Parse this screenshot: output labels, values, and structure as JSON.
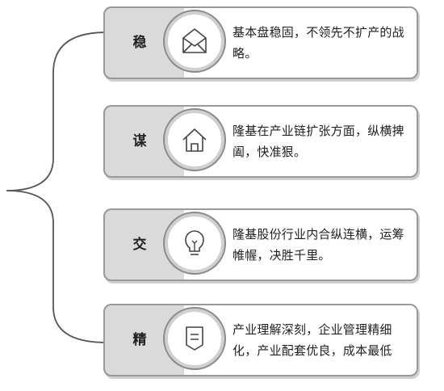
{
  "items": [
    {
      "char": "稳",
      "icon": "envelope-icon",
      "text": "基本盘稳固，不领先不扩产的战略。"
    },
    {
      "char": "谋",
      "icon": "house-icon",
      "text": "隆基在产业链扩张方面，纵横捭阖，快准狠。"
    },
    {
      "char": "交",
      "icon": "lightbulb-icon",
      "text": "隆基股份行业内合纵连横，运筹帷幄，决胜千里。"
    },
    {
      "char": "精",
      "icon": "document-icon",
      "text": "产业理解深刻，企业管理精细化，产业配套优良，成本最低"
    }
  ]
}
